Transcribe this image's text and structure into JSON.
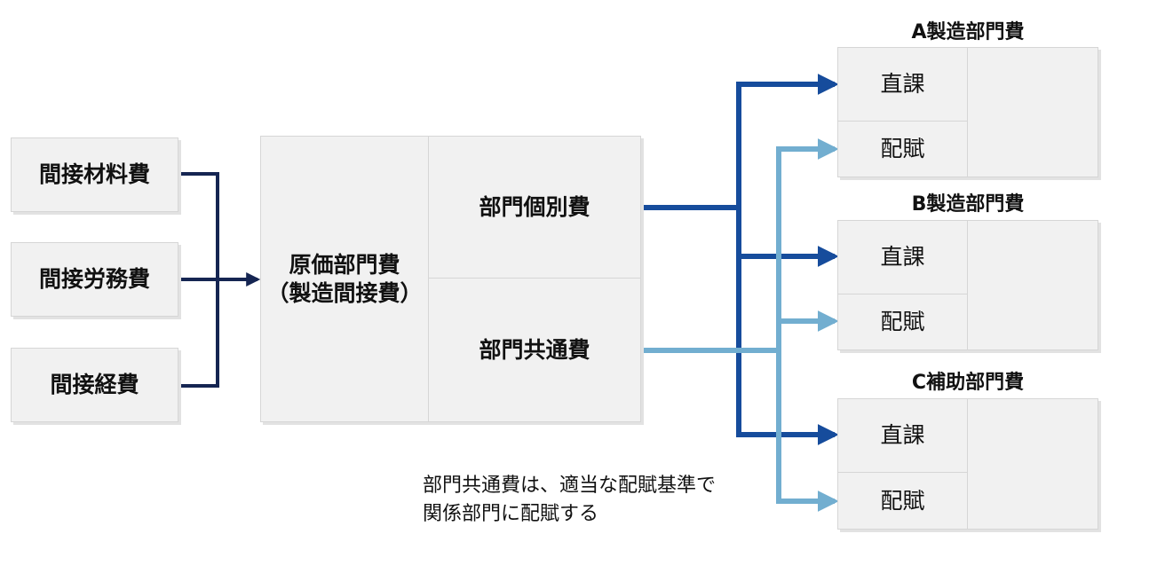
{
  "inputs": [
    {
      "label": "間接材料費"
    },
    {
      "label": "間接労務費"
    },
    {
      "label": "間接経費"
    }
  ],
  "center": {
    "main_label_line1": "原価部門費",
    "main_label_line2": "（製造間接費）",
    "upper_label": "部門個別費",
    "lower_label": "部門共通費"
  },
  "departments": [
    {
      "title": "A製造部門費",
      "direct_label": "直課",
      "allocate_label": "配賦"
    },
    {
      "title": "B製造部門費",
      "direct_label": "直課",
      "allocate_label": "配賦"
    },
    {
      "title": "C補助部門費",
      "direct_label": "直課",
      "allocate_label": "配賦"
    }
  ],
  "note": {
    "line1": "部門共通費は、適当な配賦基準で",
    "line2": "関係部門に配賦する"
  },
  "colors": {
    "input_connector": "#152552",
    "direct_connector": "#164c9c",
    "allocate_connector": "#72aed0",
    "box_fill": "#f1f1f1"
  }
}
